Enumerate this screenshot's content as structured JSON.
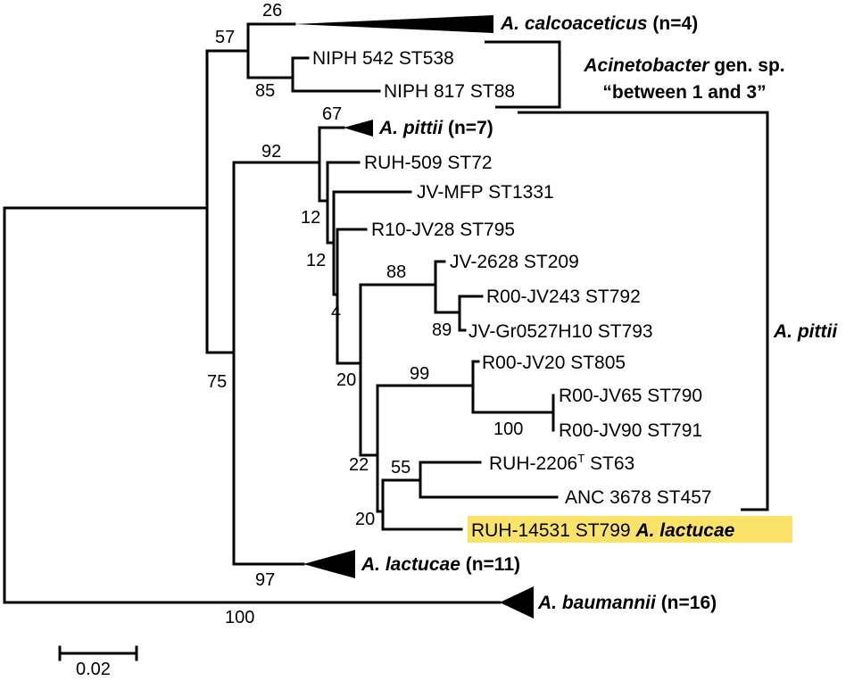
{
  "taxa": {
    "calcoaceticus": {
      "name": "A. calcoaceticus",
      "count": " (n=4)"
    },
    "niph542": "NIPH 542 ST538",
    "niph817": "NIPH 817 ST88",
    "pittii_clade": {
      "name": "A. pittii",
      "count": " (n=7)"
    },
    "ruh509": "RUH-509 ST72",
    "jvmfp": "JV-MFP ST1331",
    "r10jv28": "R10-JV28 ST795",
    "jv2628": "JV-2628 ST209",
    "r00jv243": "R00-JV243 ST792",
    "jvgr": "JV-Gr0527H10 ST793",
    "r00jv20": "R00-JV20 ST805",
    "r00jv65": "R00-JV65 ST790",
    "r00jv90": "R00-JV90 ST791",
    "ruh2206": {
      "prefix": "RUH-2206",
      "sup": "T",
      "suffix": " ST63"
    },
    "anc3678": "ANC 3678 ST457",
    "ruh14531": {
      "strain": "RUH-14531 ST799 ",
      "species": "A. lactucae"
    },
    "lactucae_clade": {
      "name": "A. lactucae",
      "count": " (n=11)"
    },
    "baumannii": {
      "name": "A. baumannii",
      "count": " (n=16)"
    }
  },
  "groups": {
    "gensp": {
      "italic": "Acinetobacter",
      "rest": " gen. sp.",
      "line2": "“between 1 and 3”"
    },
    "pittii": "A. pittii"
  },
  "bootstrap": {
    "b26": "26",
    "b57": "57",
    "b85": "85",
    "b67": "67",
    "b92": "92",
    "b12a": "12",
    "b12b": "12",
    "b4": "4",
    "b88": "88",
    "b89": "89",
    "b20a": "20",
    "b99": "99",
    "b100a": "100",
    "b22": "22",
    "b55": "55",
    "b20b": "20",
    "b75": "75",
    "b97": "97",
    "b100b": "100"
  },
  "scale": {
    "label": "0.02"
  },
  "colors": {
    "highlight": "#fbe36a",
    "ink": "#000000"
  }
}
